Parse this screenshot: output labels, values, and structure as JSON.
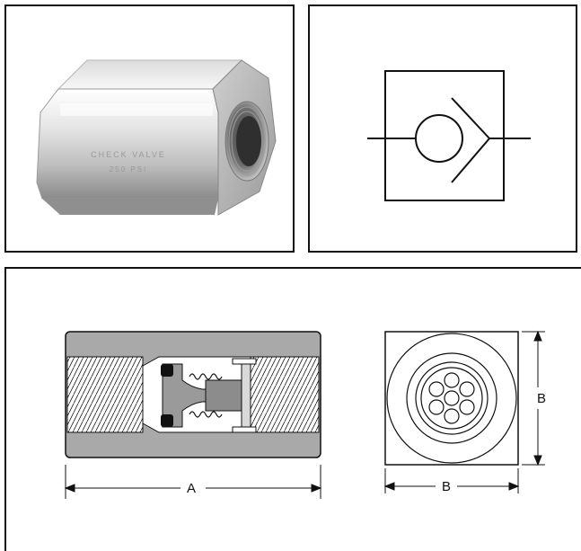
{
  "photo": {
    "engraving_line1": "CHECK VALVE",
    "engraving_line2": "250 PSI"
  },
  "drawing": {
    "label_a": "A",
    "label_b_horizontal": "B",
    "label_b_vertical": "B"
  },
  "colors": {
    "body_fill": "#a9a9a9",
    "outline": "#111111",
    "metal_light": "#f2f2f2",
    "metal_mid": "#c9c9c9",
    "metal_dark": "#7a7a7a"
  }
}
